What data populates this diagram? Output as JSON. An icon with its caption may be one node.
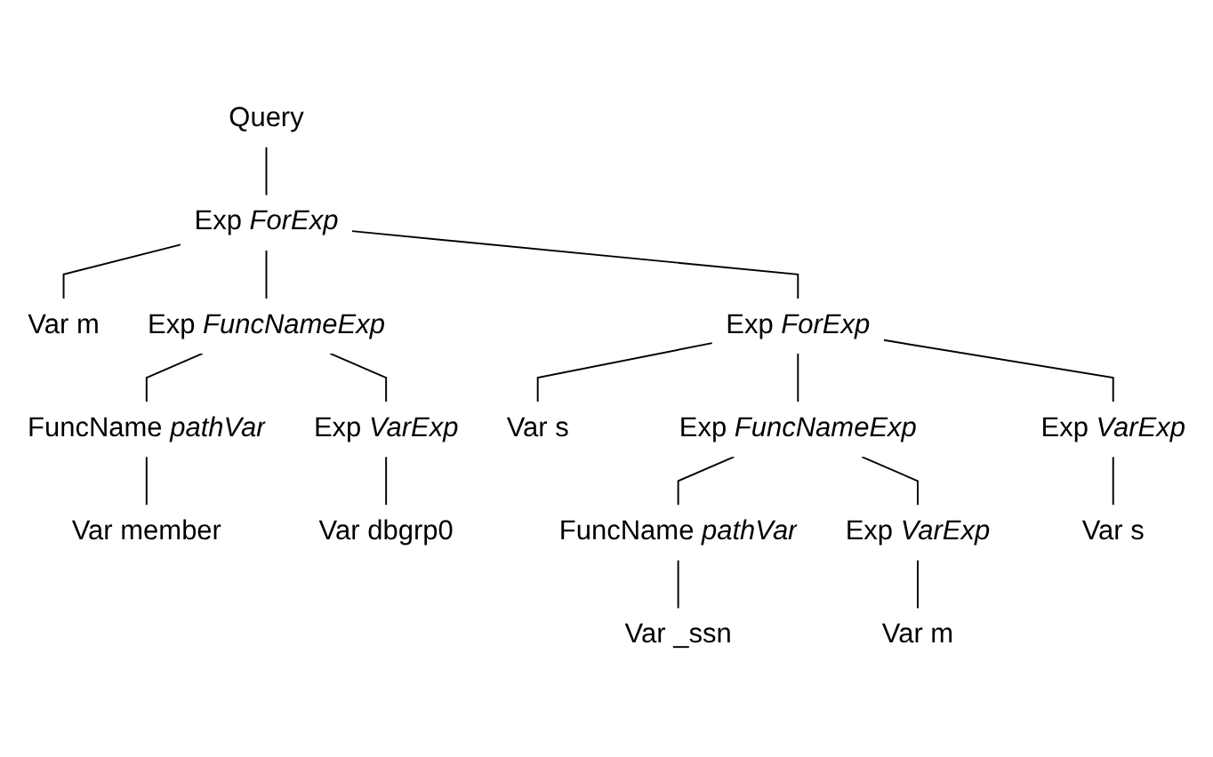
{
  "diagram": {
    "nodes": [
      {
        "text": [
          "Query"
        ]
      },
      {
        "text": [
          "Exp *ForExp*"
        ]
      },
      {
        "text": [
          "Var m"
        ]
      },
      {
        "text": [
          "Exp *FuncNameExp*"
        ]
      },
      {
        "text": [
          "Exp *ForExp*"
        ]
      },
      {
        "text": [
          "FuncName *pathVar*"
        ]
      },
      {
        "text": [
          "Exp *VarExp*"
        ]
      },
      {
        "text": [
          "Var member"
        ]
      },
      {
        "text": [
          "Var dbgrp0"
        ]
      },
      {
        "text": [
          "Var s"
        ]
      },
      {
        "text": [
          "Exp *FuncNameExp*"
        ]
      },
      {
        "text": [
          "Exp *VarExp*"
        ]
      },
      {
        "text": [
          "FuncName *pathVar*"
        ]
      },
      {
        "text": [
          "Exp *VarExp*"
        ]
      },
      {
        "text": [
          "Var s"
        ]
      },
      {
        "text": [
          "Var _ssn"
        ]
      },
      {
        "text": [
          "Var m"
        ]
      }
    ],
    "edges": [
      {
        "from": 0,
        "to": 1,
        "arrow": "none"
      },
      {
        "from": 1,
        "to": 2,
        "arrow": "none"
      },
      {
        "from": 1,
        "to": 3,
        "arrow": "none"
      },
      {
        "from": 1,
        "to": 4,
        "arrow": "none"
      },
      {
        "from": 3,
        "to": 5,
        "arrow": "none"
      },
      {
        "from": 3,
        "to": 6,
        "arrow": "none"
      },
      {
        "from": 5,
        "to": 7,
        "arrow": "none"
      },
      {
        "from": 6,
        "to": 8,
        "arrow": "none"
      },
      {
        "from": 4,
        "to": 9,
        "arrow": "none"
      },
      {
        "from": 4,
        "to": 10,
        "arrow": "none"
      },
      {
        "from": 4,
        "to": 11,
        "arrow": "none"
      },
      {
        "from": 10,
        "to": 12,
        "arrow": "none"
      },
      {
        "from": 10,
        "to": 13,
        "arrow": "none"
      },
      {
        "from": 11,
        "to": 14,
        "arrow": "none"
      },
      {
        "from": 12,
        "to": 15,
        "arrow": "none"
      },
      {
        "from": 13,
        "to": 16,
        "arrow": "none"
      }
    ]
  }
}
